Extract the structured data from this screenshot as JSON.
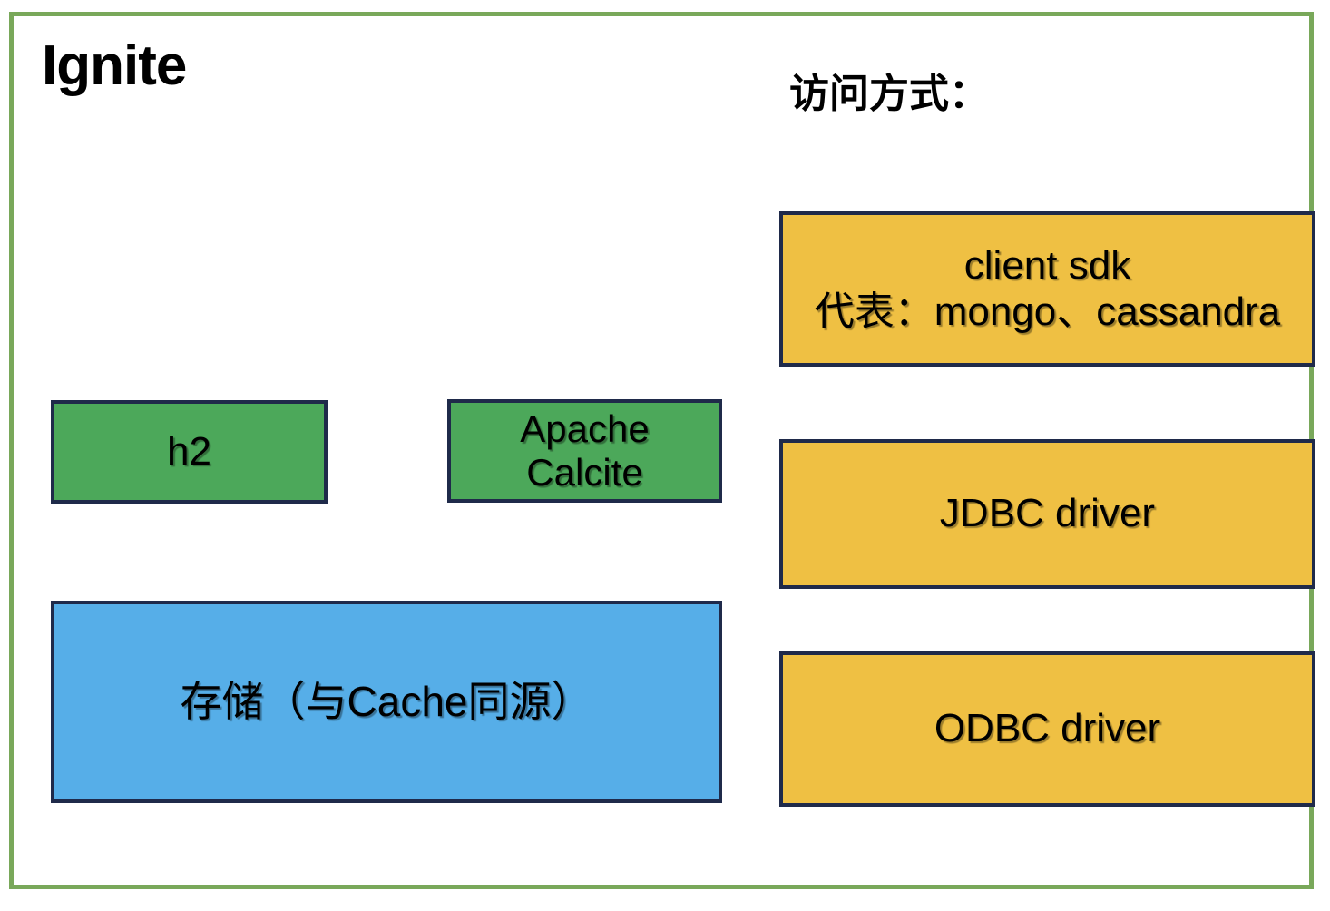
{
  "diagram": {
    "type": "block-diagram",
    "title": "Ignite",
    "frame_color": "#79a85a",
    "background": "#ffffff",
    "section_heading": "访问方式：",
    "node_border_color": "#1f2a4a",
    "palette": {
      "green": "#4ca85a",
      "blue": "#56aee8",
      "orange": "#efc043"
    },
    "nodes": [
      {
        "id": "h2",
        "label": "h2",
        "color": "#4ca85a",
        "group": "engine"
      },
      {
        "id": "apache-calcite",
        "label": "Apache\nCalcite",
        "color": "#4ca85a",
        "group": "engine"
      },
      {
        "id": "storage",
        "label": "存储（与Cache同源）",
        "color": "#56aee8",
        "group": "storage"
      },
      {
        "id": "client-sdk",
        "label": "client sdk\n代表：mongo、cassandra",
        "color": "#efc043",
        "group": "access"
      },
      {
        "id": "jdbc-driver",
        "label": "JDBC driver",
        "color": "#efc043",
        "group": "access"
      },
      {
        "id": "odbc-driver",
        "label": "ODBC driver",
        "color": "#efc043",
        "group": "access"
      }
    ]
  }
}
